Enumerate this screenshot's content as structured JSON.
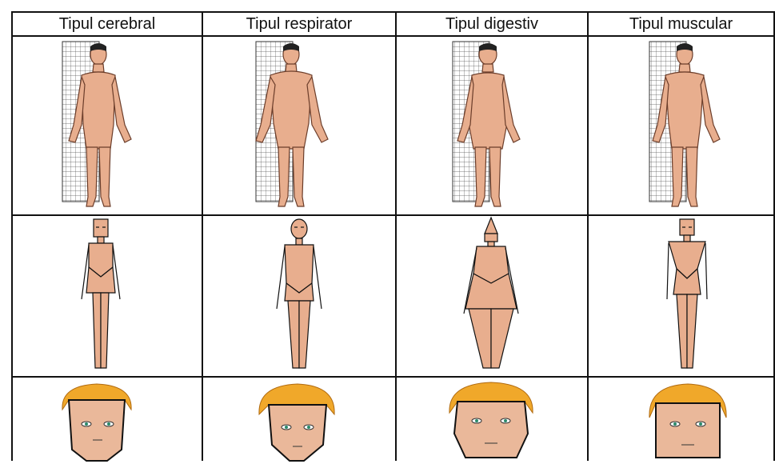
{
  "columns": [
    {
      "title": "Tipul cerebral"
    },
    {
      "title": "Tipul respirator"
    },
    {
      "title": "Tipul digestiv"
    },
    {
      "title": "Tipul muscular"
    }
  ],
  "colors": {
    "skin": "#e8ae8e",
    "skin_shadow": "#d3907a",
    "hair": "#f0a82a",
    "line": "#111111",
    "grid": "#555555"
  }
}
